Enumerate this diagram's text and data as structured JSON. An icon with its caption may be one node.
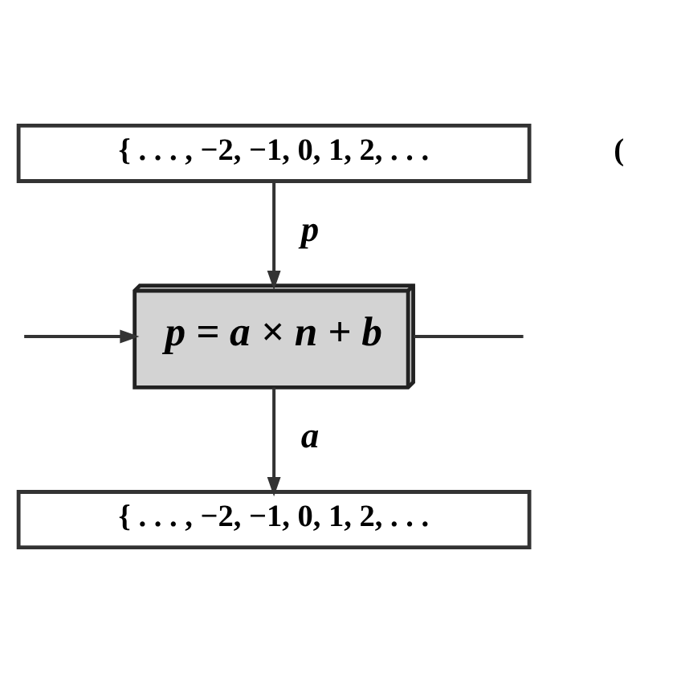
{
  "diagram": {
    "nodes": [
      {
        "text": [
          "{ . . . , −2, −1, 0, 1, 2, . . ."
        ]
      },
      {
        "text": [
          "p = a × n + b"
        ]
      },
      {
        "text": [
          "{ . . . , −2, −1, 0, 1, 2, . . ."
        ]
      }
    ],
    "edges": [
      {
        "from": 0,
        "to": 1,
        "label": "p",
        "arrow": "to"
      },
      {
        "from": 1,
        "to": 2,
        "label": "a",
        "arrow": "to"
      },
      {
        "from": 1,
        "to": null,
        "arrow": "none"
      },
      {
        "from": null,
        "to": 1,
        "arrow": "to"
      }
    ],
    "labels": [
      "("
    ]
  }
}
